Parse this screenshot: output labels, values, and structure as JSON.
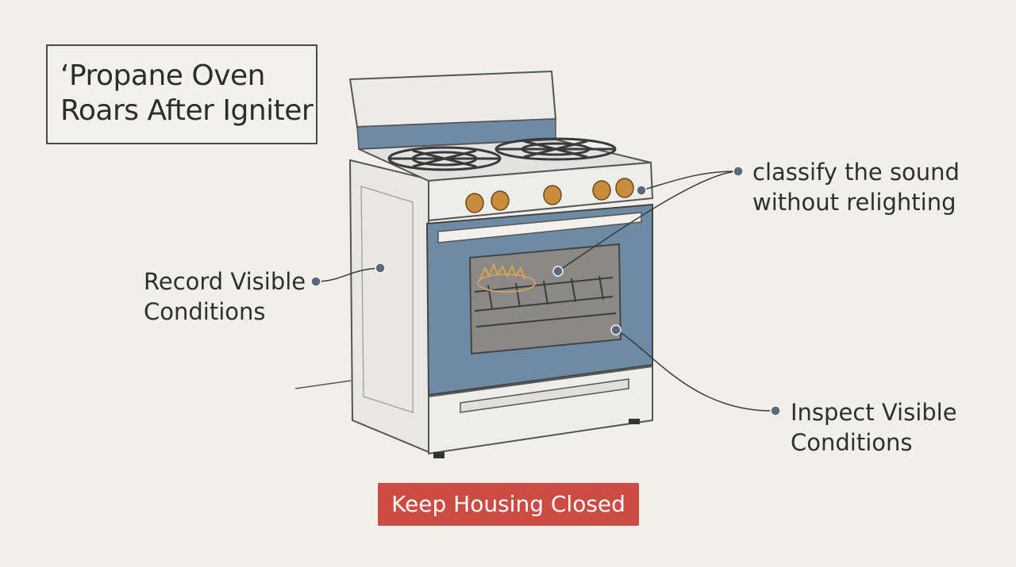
{
  "title": {
    "line1": "‘Propane Oven",
    "line2": "Roars After Igniter"
  },
  "callouts": {
    "record": {
      "line1": "Record Visible",
      "line2": "Conditions"
    },
    "classify": {
      "line1": "classify the sound",
      "line2": "without relighting"
    },
    "inspect": {
      "line1": "Inspect Visible",
      "line2": "Conditions"
    }
  },
  "warning": {
    "label": "Keep Housing Closed"
  },
  "colors": {
    "background": "#f1efe9",
    "oven_door_blue": "#6e8ba6",
    "knob_orange": "#c98b3c",
    "warning_red": "#cc4b43"
  }
}
